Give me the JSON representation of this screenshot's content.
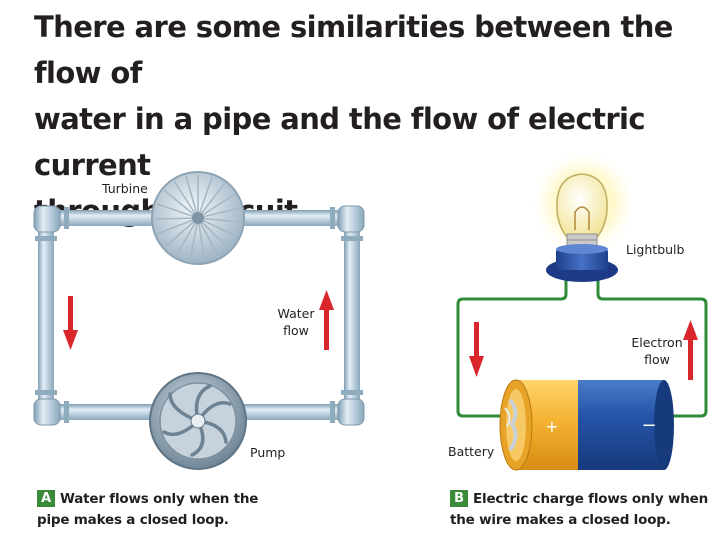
{
  "title": {
    "lines": [
      "There are some similarities between the flow of",
      "water in a pipe and the flow of electric current",
      "through a circuit."
    ]
  },
  "panel_a": {
    "turbine_label": "Turbine",
    "pump_label": "Pump",
    "flow_label_line1": "Water",
    "flow_label_line2": "flow",
    "badge": "A",
    "caption_line1": "Water flows only when the",
    "caption_line2": "pipe makes a closed loop."
  },
  "panel_b": {
    "lightbulb_label": "Lightbulb",
    "battery_label": "Battery",
    "flow_label_line1": "Electron",
    "flow_label_line2": "flow",
    "plus_sign": "+",
    "minus_sign": "−",
    "badge": "B",
    "caption_line1": "Electric charge flows only when",
    "caption_line2": "the wire makes a closed loop."
  },
  "colors": {
    "pipe": "#a9c3d6",
    "wire": "#2e8b3a",
    "arrow": "#d8262b",
    "battery_gold": "#f5b233",
    "battery_blue": "#1f4fa0",
    "badge": "#3a8a3a"
  }
}
